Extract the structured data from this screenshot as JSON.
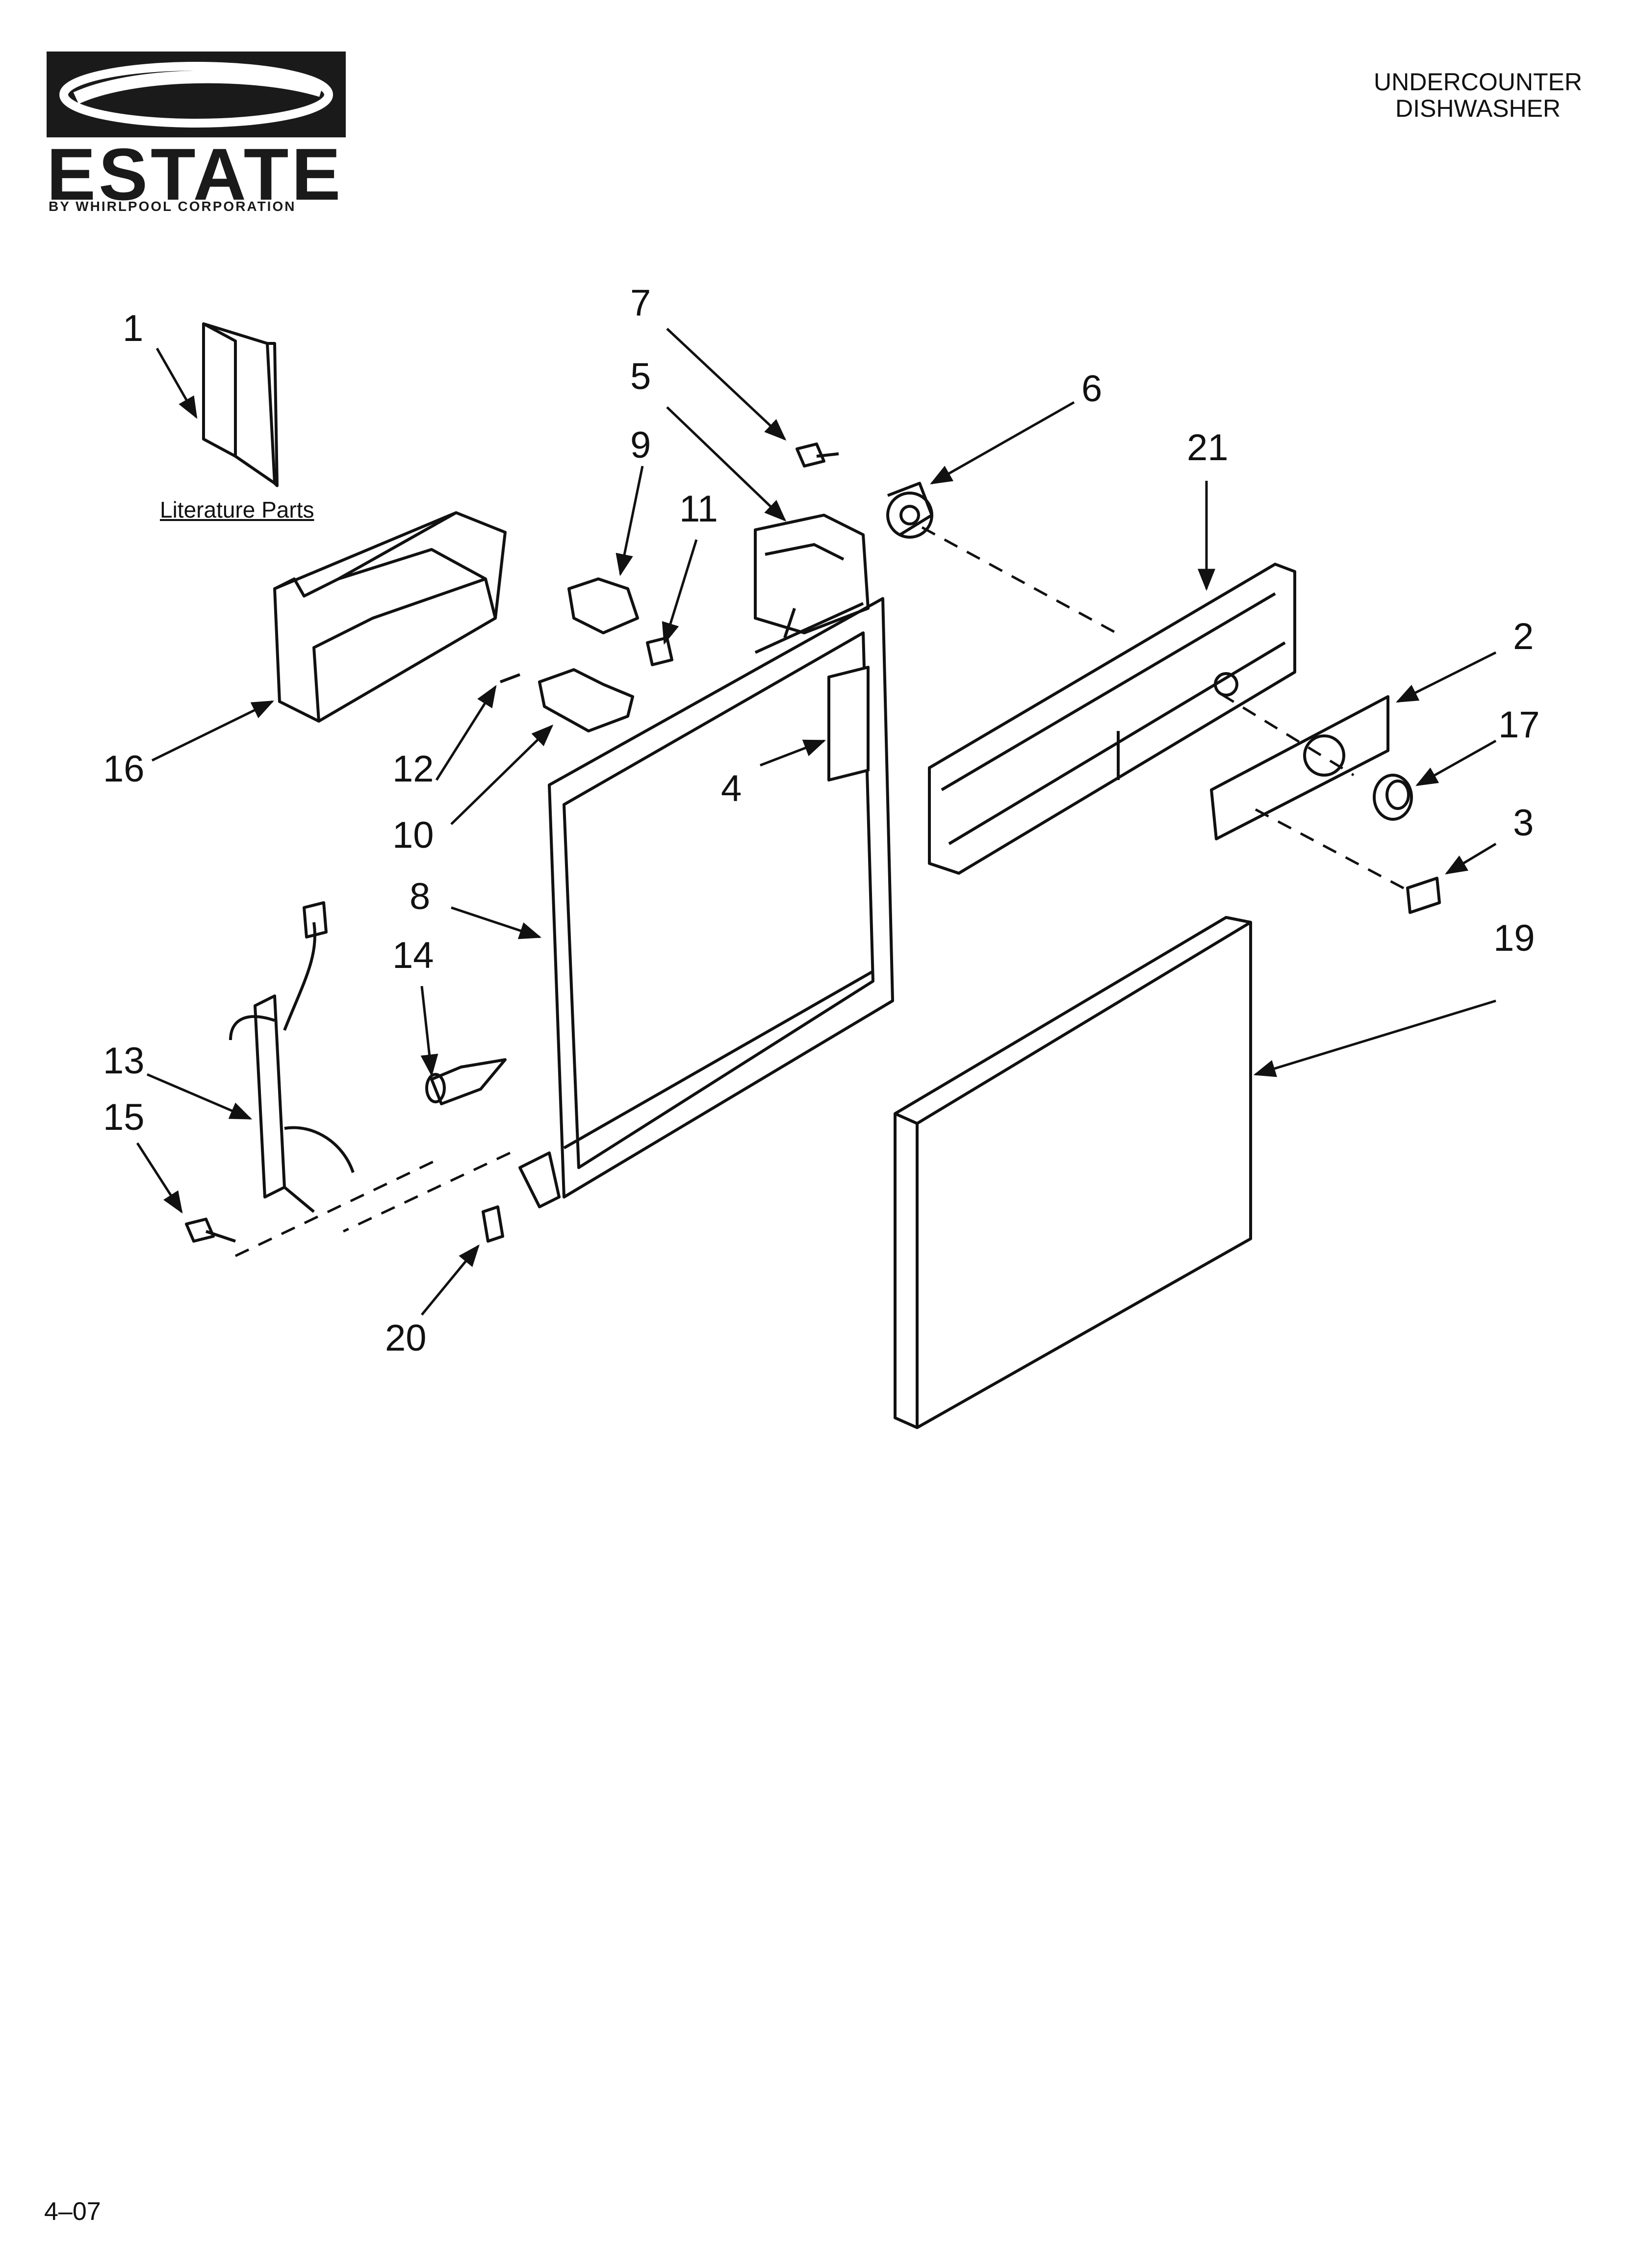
{
  "brand": {
    "wordmark": "ESTATE",
    "subline": "BY WHIRLPOOL CORPORATION"
  },
  "product": {
    "line1": "UNDERCOUNTER",
    "line2": "DISHWASHER"
  },
  "literature_label": "Literature Parts",
  "callouts": [
    "1",
    "7",
    "5",
    "6",
    "21",
    "9",
    "11",
    "2",
    "17",
    "3",
    "16",
    "12",
    "10",
    "4",
    "8",
    "14",
    "19",
    "13",
    "15",
    "20"
  ],
  "footer_code": "4–07"
}
